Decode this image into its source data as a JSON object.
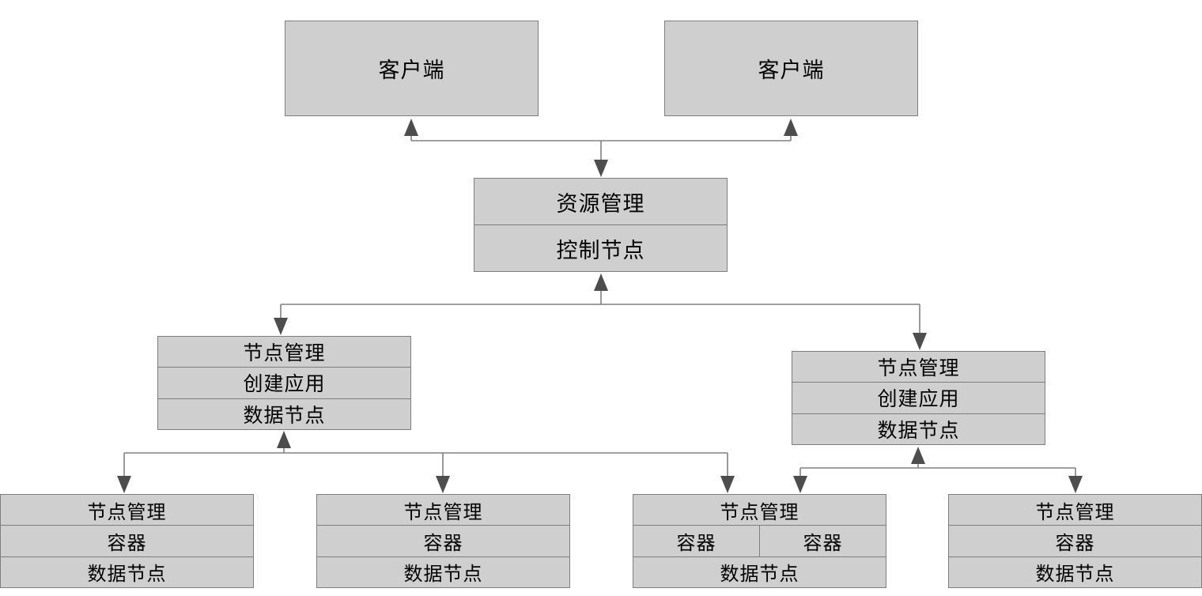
{
  "diagram": {
    "title": "",
    "background": "#ffffff",
    "node_fill": "#cfcfcf",
    "node_border": "#7d7d7d",
    "arrow_color": "#4d4d4d",
    "line_color": "#808080",
    "clients": [
      {
        "label": "客户端"
      },
      {
        "label": "客户端"
      }
    ],
    "control": {
      "rows": [
        "资源管理",
        "控制节点"
      ]
    },
    "data_nodes": [
      {
        "rows": [
          "节点管理",
          "创建应用",
          "数据节点"
        ]
      },
      {
        "rows": [
          "节点管理",
          "创建应用",
          "数据节点"
        ]
      }
    ],
    "containers": [
      {
        "rows": [
          "节点管理",
          "容器",
          "数据节点"
        ],
        "split_middle": false
      },
      {
        "rows": [
          "节点管理",
          "容器",
          "数据节点"
        ],
        "split_middle": false
      },
      {
        "rows": [
          "节点管理",
          "容器",
          "数据节点"
        ],
        "split_middle": true,
        "middle_cells": [
          "容器",
          "容器"
        ]
      },
      {
        "rows": [
          "节点管理",
          "容器",
          "数据节点"
        ],
        "split_middle": false
      }
    ]
  }
}
